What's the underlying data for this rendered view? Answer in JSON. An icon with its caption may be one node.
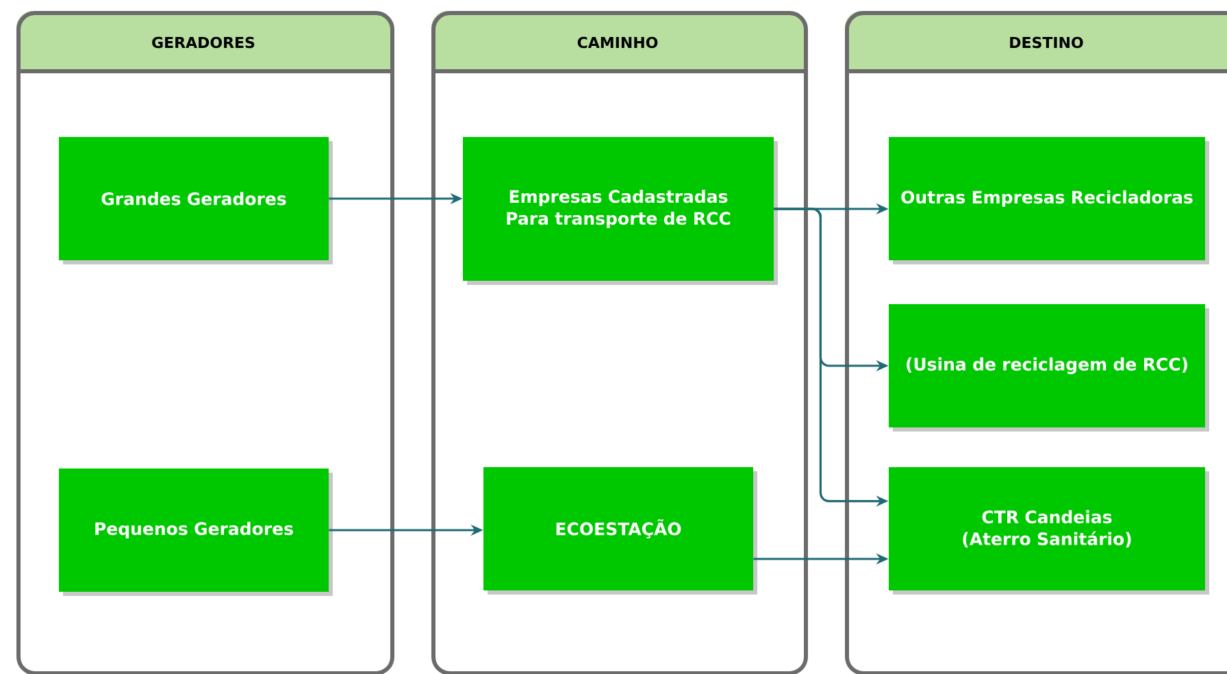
{
  "diagram": {
    "nodes": [
      {
        "text": [
          "GERADORES"
        ]
      },
      {
        "text": [
          "CAMINHO"
        ]
      },
      {
        "text": [
          "DESTINO"
        ]
      },
      {
        "text": [
          "Grandes Geradores"
        ],
        "in": 0
      },
      {
        "text": [
          "Pequenos Geradores"
        ],
        "in": 0
      },
      {
        "text": [
          "Empresas Cadastradas Para transporte de RCC"
        ],
        "in": 1
      },
      {
        "text": [
          "ECOESTAÇÃO"
        ],
        "in": 1
      },
      {
        "text": [
          "Outras Empresas Recicladoras"
        ],
        "in": 2
      },
      {
        "text": [
          "(Usina de reciclagem de RCC)"
        ],
        "in": 2
      },
      {
        "text": [
          "CTR Candeias (Aterro Sanitário)"
        ],
        "in": 2
      }
    ],
    "edges": [
      {
        "from": 3,
        "to": 5,
        "arrow": "to"
      },
      {
        "from": 4,
        "to": 6,
        "arrow": "to"
      },
      {
        "from": 5,
        "to": 7,
        "arrow": "to"
      },
      {
        "from": 5,
        "to": 8,
        "arrow": "to"
      },
      {
        "from": 5,
        "to": 9,
        "arrow": "to"
      },
      {
        "from": 6,
        "to": 9,
        "arrow": "to"
      }
    ]
  }
}
